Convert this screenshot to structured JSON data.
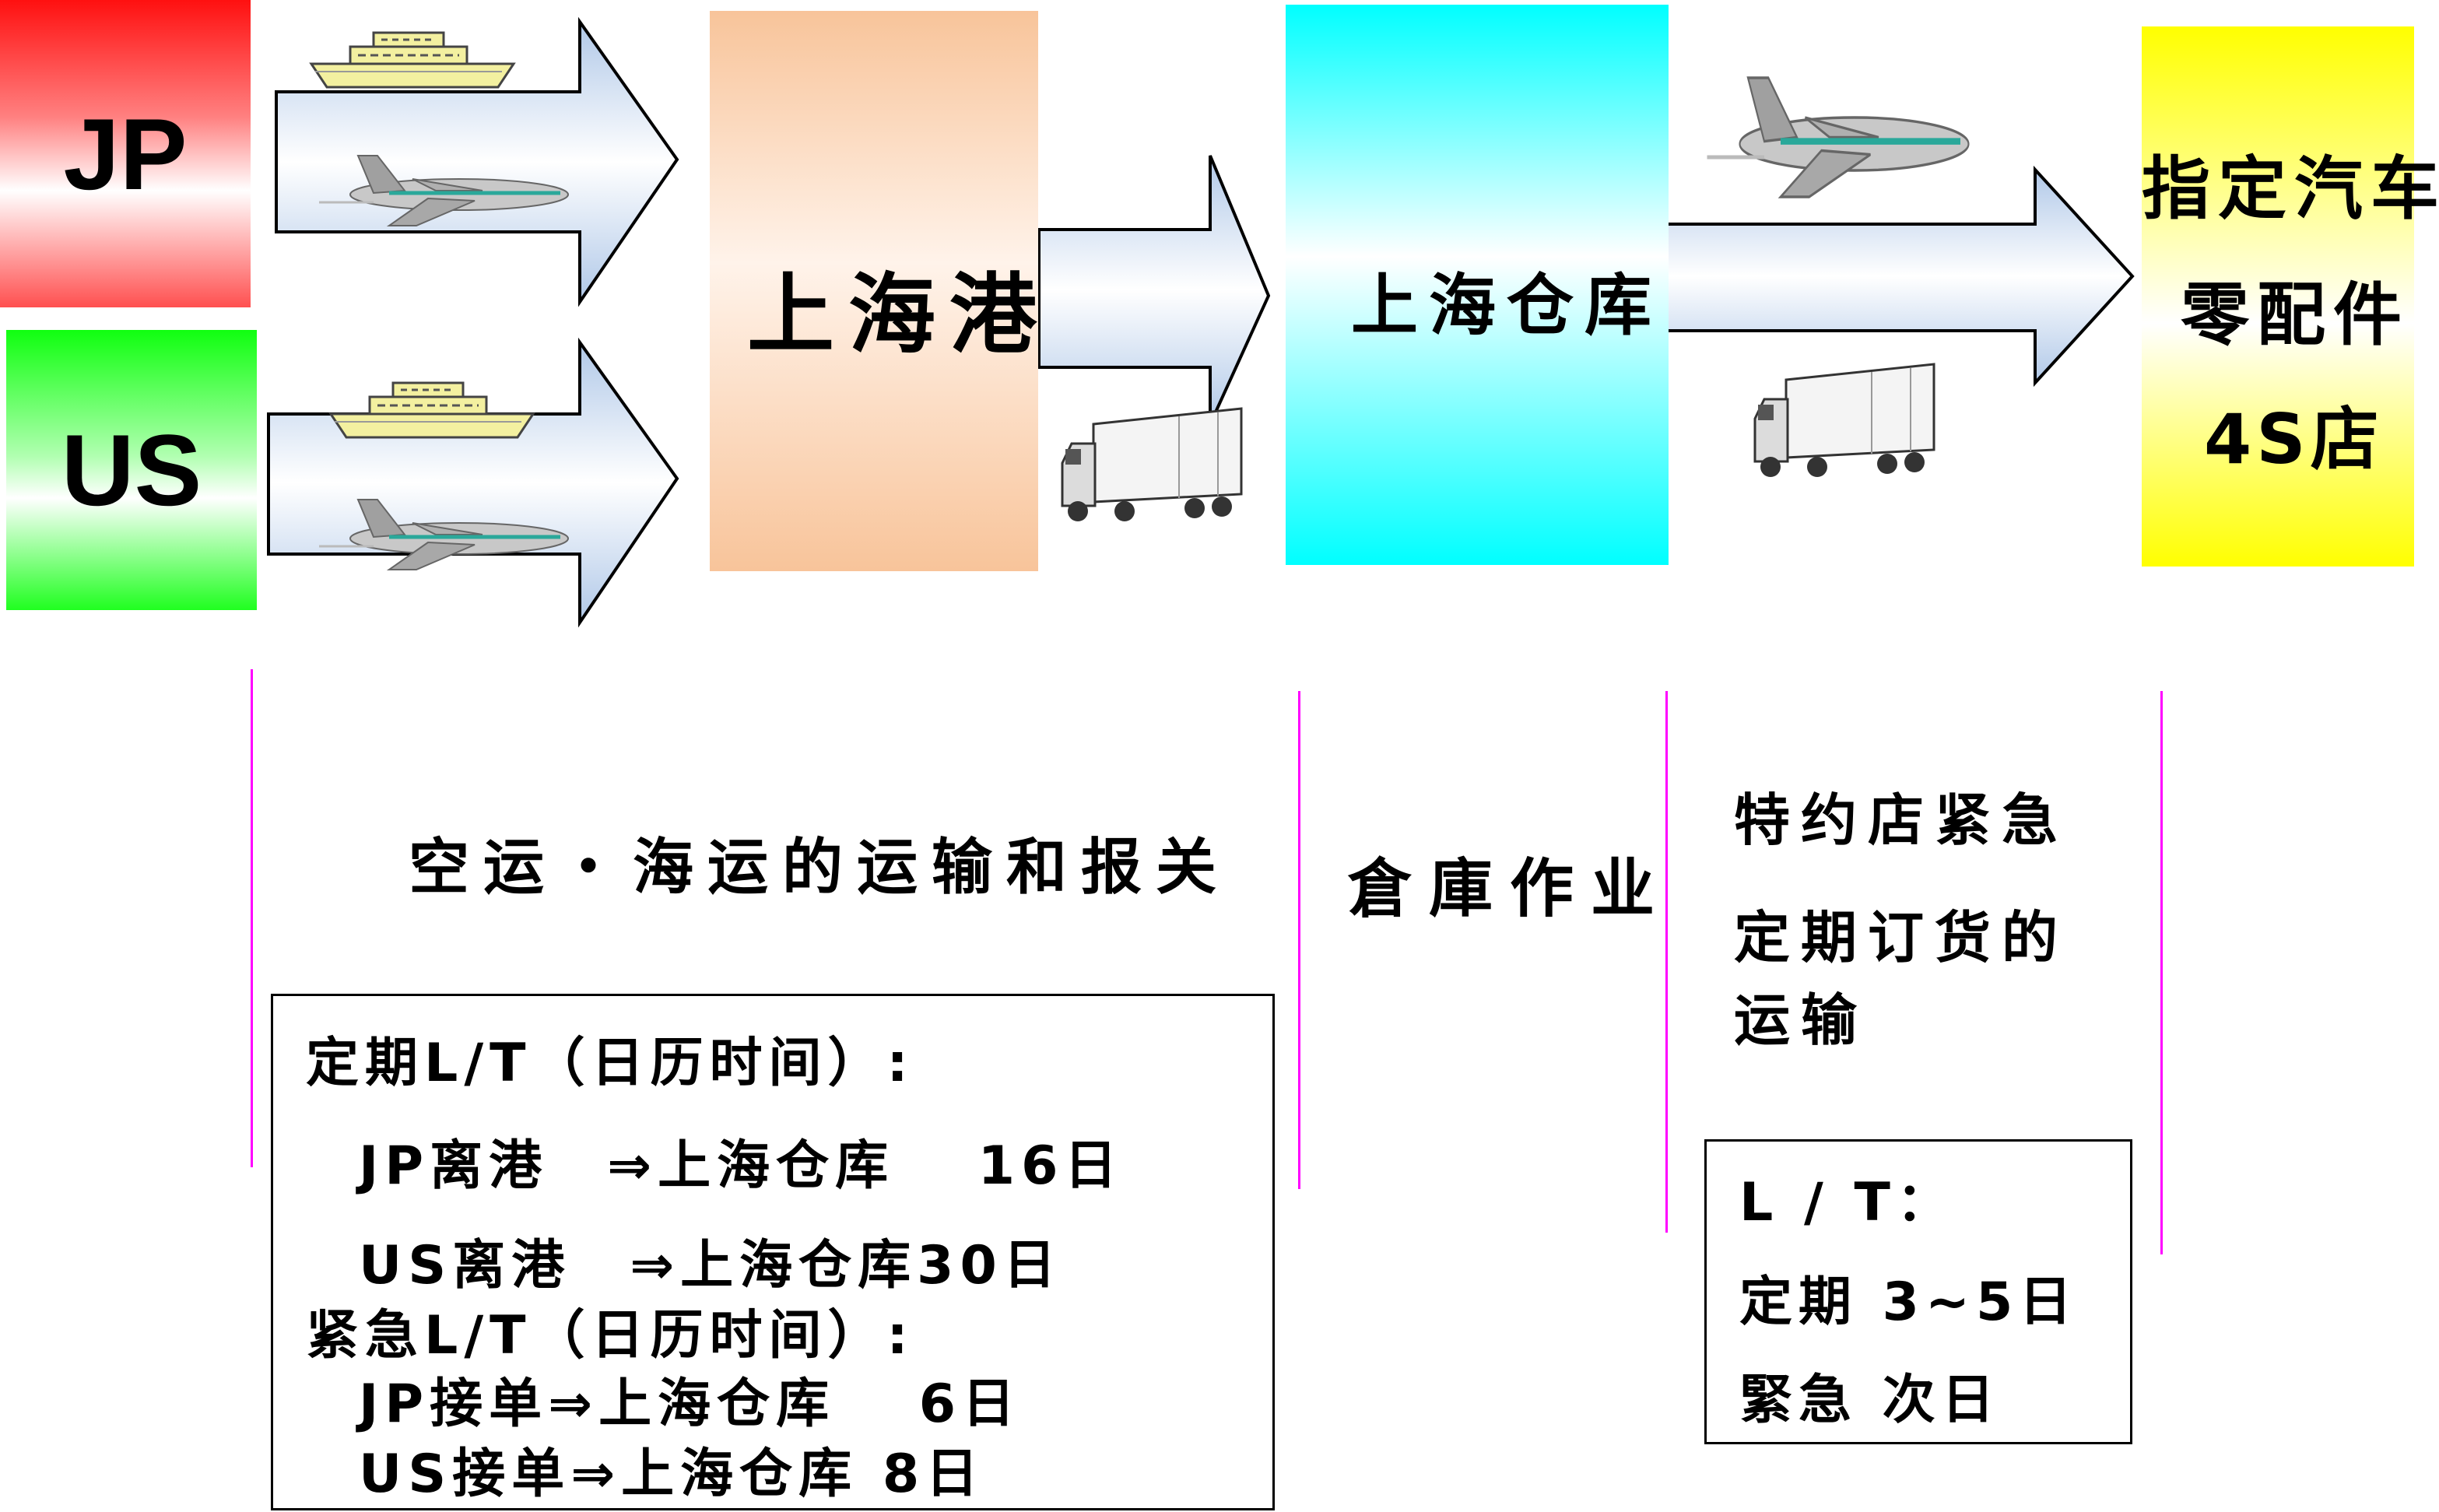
{
  "nodes": {
    "jp": "JP",
    "us": "US",
    "port": "上海港",
    "warehouse": "上海仓库",
    "dealer": [
      "指定汽车",
      "零配件",
      "4S店"
    ]
  },
  "sections": {
    "shipping_title": "空运・海运的运输和报关",
    "warehouse_title": "倉庫作业",
    "delivery_title": [
      "特约店紧急",
      "定期订货的",
      "运输"
    ]
  },
  "shipping_lt": {
    "regular_header": "定期L/T（日历时间）:",
    "regular_lines": [
      "JP离港　⇒上海仓库　 16日",
      "US离港　⇒上海仓库30日"
    ],
    "urgent_header": "紧急L/T（日历时间）:",
    "urgent_lines": [
      "JP接单⇒上海仓库　 6日",
      "US接单⇒上海仓库 8日"
    ]
  },
  "delivery_lt": {
    "header": "L / T：",
    "lines": [
      "定期 3~5日",
      "緊急 次日"
    ]
  },
  "icons": [
    "ship-icon",
    "airplane-icon",
    "truck-icon"
  ],
  "colors": {
    "jp_red": "#ff1010",
    "us_green": "#10ff10",
    "port_peach": "#f8c49a",
    "warehouse_cyan": "#00ffff",
    "dealer_yellow": "#ffff00",
    "divider_magenta": "#ff00ff"
  }
}
